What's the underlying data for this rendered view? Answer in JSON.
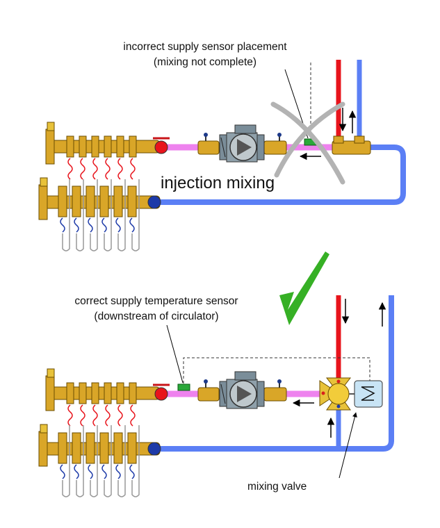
{
  "top": {
    "note_line1": "incorrect supply sensor placement",
    "note_line2": "(mixing not complete)",
    "title": "injection mixing"
  },
  "bottom": {
    "note_line1": "correct supply temperature sensor",
    "note_line2": "(downstream of circulator)",
    "valve_label": "mixing valve"
  },
  "colors": {
    "hot": "#e8141c",
    "cold": "#5b7ff5",
    "mixed": "#ee82ee",
    "brass": "#d9a628",
    "sensor": "#2aa83a",
    "check": "#36b025",
    "cross": "#b3b3b3"
  },
  "icons": {
    "wrong": "x-mark-icon",
    "right": "checkmark-icon"
  }
}
